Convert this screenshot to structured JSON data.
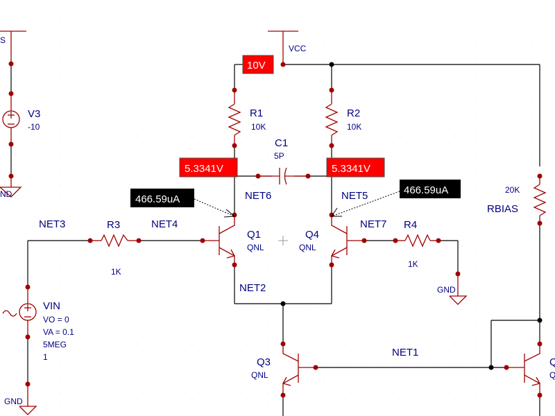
{
  "canvas": {
    "width": 800,
    "height": 600,
    "grid_color": "#c8c8c8",
    "wire_color": "#000000",
    "component_color": "#a00000",
    "label_color": "#000080",
    "probe_voltage_color": "#ff0000",
    "probe_current_color": "#000000"
  },
  "components": {
    "v3": {
      "ref": "V3",
      "value": "-10"
    },
    "vin": {
      "ref": "VIN",
      "params": [
        "VO = 0",
        "VA = 0.1",
        "5MEG",
        "1"
      ]
    },
    "r1": {
      "ref": "R1",
      "value": "10K"
    },
    "r2": {
      "ref": "R2",
      "value": "10K"
    },
    "r3": {
      "ref": "R3",
      "value": "1K"
    },
    "r4": {
      "ref": "R4",
      "value": "1K"
    },
    "rbias": {
      "ref": "RBIAS",
      "value": "20K"
    },
    "c1": {
      "ref": "C1",
      "value": "5P"
    },
    "q1": {
      "ref": "Q1",
      "model": "QNL"
    },
    "q4": {
      "ref": "Q4",
      "model": "QNL"
    },
    "q3": {
      "ref": "Q3",
      "model": "QNL"
    },
    "q5_partial": {
      "ref": "Q",
      "model": "Q"
    }
  },
  "nets": {
    "net1": "NET1",
    "net2": "NET2",
    "net3": "NET3",
    "net4": "NET4",
    "net5": "NET5",
    "net6": "NET6",
    "net7": "NET7",
    "vcc": "VCC",
    "gnd_vin": "GND",
    "gnd_r4": "GND",
    "gnd_v3": "ND",
    "s_partial": "S"
  },
  "probes": {
    "vcc_voltage": "10V",
    "left_collector_voltage": "5.3341V",
    "right_collector_voltage": "5.3341V",
    "q1_current": "466.59uA",
    "q4_current": "466.59uA"
  }
}
